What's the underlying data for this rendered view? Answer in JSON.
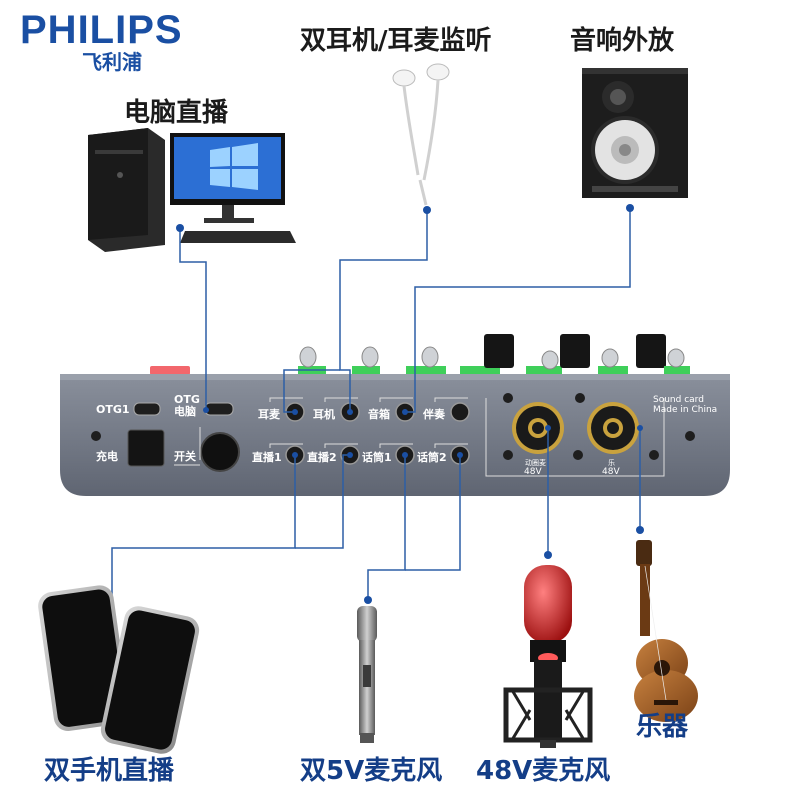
{
  "brand": {
    "name_en": "PHILIPS",
    "name_cn": "飞利浦"
  },
  "captions": {
    "pc_live": "电脑直播",
    "headphones": "双耳机/耳麦监听",
    "speaker": "音响外放",
    "dual_phone": "双手机直播",
    "dual_5v_mic": "双5V麦克风",
    "mic_48v": "48V麦克风",
    "instrument": "乐器"
  },
  "panel": {
    "otg1": "OTG1",
    "otg_pc_1": "OTG",
    "otg_pc_2": "电脑",
    "charge": "充电",
    "power": "开关",
    "earmic": "耳麦",
    "earphone": "耳机",
    "speaker": "音箱",
    "accompany": "伴奏",
    "live1": "直播1",
    "live2": "直播2",
    "mic1": "话筒1",
    "mic2": "话筒2",
    "sound_card_1": "Sound card",
    "sound_card_2": "Made in China",
    "dyn_mic": "动圈麦",
    "instr": "乐",
    "v48_left": "48V",
    "v48_right": "48V"
  },
  "colors": {
    "brand": "#1a4fa3",
    "wire": "#2d5fa6",
    "panel": "#707684",
    "knob_green": "#3fcf5a",
    "button_red": "#f2676c"
  }
}
